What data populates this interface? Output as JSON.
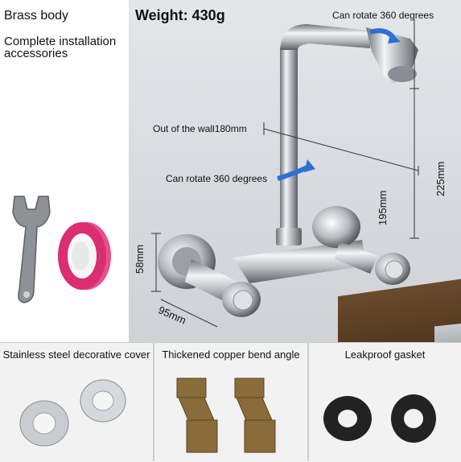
{
  "features": {
    "body_material": "Brass body",
    "accessories": "Complete installation accessories"
  },
  "weight": "Weight: 430g",
  "annotations": {
    "rotate_top": "Can rotate 360 degrees",
    "rotate_mid": "Can rotate 360 degrees",
    "out_of_wall": "Out of the wall180mm",
    "height_total": "225mm",
    "height_spout": "195mm",
    "base_height": "58mm",
    "base_width": "95mm"
  },
  "parts": [
    {
      "caption": "Stainless steel decorative cover",
      "icon": "decorative-cover-icon"
    },
    {
      "caption": "Thickened copper bend angle",
      "icon": "copper-bend-icon"
    },
    {
      "caption": "Leakproof gasket",
      "icon": "gasket-icon"
    }
  ]
}
